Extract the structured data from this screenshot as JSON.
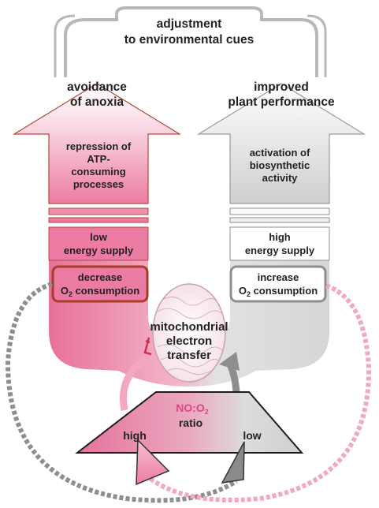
{
  "top": {
    "line1": "adjustment",
    "line2": "to environmental cues"
  },
  "left": {
    "header1": "avoidance",
    "header2": "of anoxia",
    "arrow_line1": "repression of",
    "arrow_line2": "ATP-",
    "arrow_line3": "consuming",
    "arrow_line4": "processes",
    "energy1": "low",
    "energy2": "energy supply",
    "o2_line1": "decrease",
    "o2_prefix": "O",
    "o2_sub": "2",
    "o2_suffix": " consumption"
  },
  "right": {
    "header1": "improved",
    "header2": "plant performance",
    "arrow_line1": "activation of",
    "arrow_line2": "biosynthetic",
    "arrow_line3": "activity",
    "energy1": "high",
    "energy2": "energy supply",
    "o2_line1": "increase",
    "o2_prefix": "O",
    "o2_sub": "2",
    "o2_suffix": " consumption"
  },
  "center": {
    "line1": "mitochondrial",
    "line2": "electron",
    "line3": "transfer"
  },
  "ratio": {
    "no_prefix": "NO:O",
    "no_sub": "2",
    "label": "ratio",
    "high": "high",
    "low": "low"
  },
  "colors": {
    "pink": "#e8709a",
    "pink_light": "#f7cadb",
    "grey": "#8e8e8e",
    "grey_light": "#e4e4e4",
    "red_outline": "#a83a2e"
  }
}
